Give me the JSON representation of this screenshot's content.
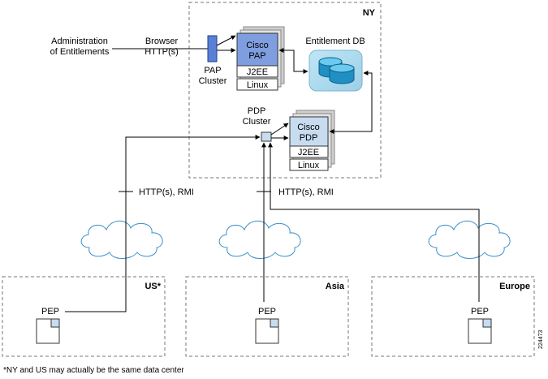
{
  "regions": {
    "ny": "NY",
    "us": "US*",
    "asia": "Asia",
    "europe": "Europe"
  },
  "admin": {
    "line1": "Administration",
    "line2": "of Entitlements"
  },
  "browser": {
    "line1": "Browser",
    "line2": "HTTP(s)"
  },
  "pap_cluster": {
    "line1": "PAP",
    "line2": "Cluster"
  },
  "pdp_cluster": {
    "line1": "PDP",
    "line2": "Cluster"
  },
  "pap_stack": {
    "name1": "Cisco",
    "name2": "PAP",
    "platform": "J2EE",
    "os": "Linux"
  },
  "pdp_stack": {
    "name1": "Cisco",
    "name2": "PDP",
    "platform": "J2EE",
    "os": "Linux"
  },
  "entitlement_db": "Entitlement DB",
  "protocol_left": "HTTP(s), RMI",
  "protocol_right": "HTTP(s), RMI",
  "pep_us": "PEP",
  "pep_asia": "PEP",
  "pep_europe": "PEP",
  "footnote": "*NY and US may actually be the same data center",
  "figure_id": "224473",
  "colors": {
    "pap_fill": "#7f9ee0",
    "pdp_fill": "#c8dcef",
    "cluster_fill": "#5a7fd6",
    "db_fill": "#2aa2d6",
    "shadow": "#bdbdbd"
  }
}
